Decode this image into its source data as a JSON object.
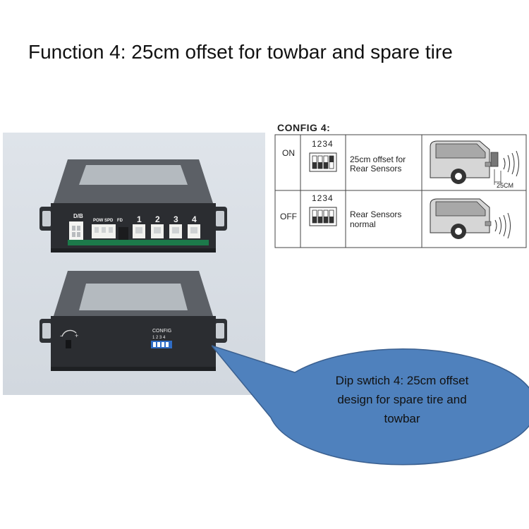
{
  "title": "Function 4: 25cm offset for towbar and spare tire",
  "device": {
    "top_unit": {
      "port_db": "D/B",
      "port_pow_spd": "POW SPD",
      "port_fd": "FD",
      "sensor_ports": [
        "1",
        "2",
        "3",
        "4"
      ]
    },
    "bottom_unit": {
      "knob_minus": "-",
      "knob_plus": "+",
      "config_label": "CONFIG",
      "config_numbers": "1 2 3 4"
    }
  },
  "config": {
    "heading": "CONFIG 4:",
    "rows": [
      {
        "state": "ON",
        "dip_numbers": "1234",
        "description_line1": "25cm offset for",
        "description_line2": "Rear Sensors",
        "distance_label": "25CM"
      },
      {
        "state": "OFF",
        "dip_numbers": "1234",
        "description_line1": "Rear Sensors",
        "description_line2": "normal"
      }
    ]
  },
  "callout": {
    "line1": "Dip swtich 4: 25cm offset",
    "line2": "design for spare tire and",
    "line3": "towbar",
    "fill_color": "#4f81bd",
    "border_color": "#3a5f8f"
  }
}
